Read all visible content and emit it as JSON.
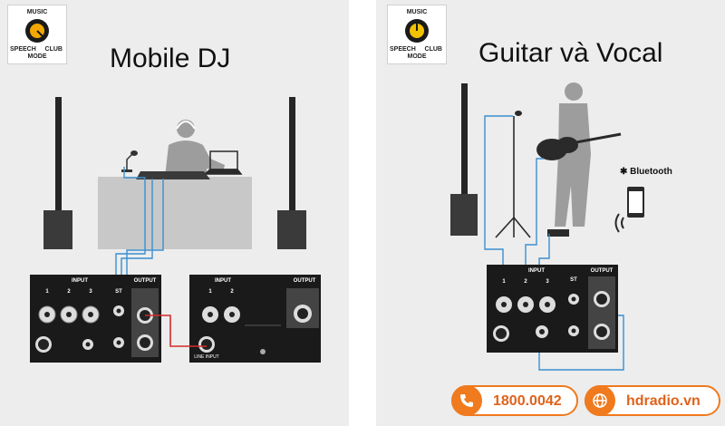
{
  "badge": {
    "top_label": "MUSIC",
    "left_label": "SPEECH",
    "right_label": "CLUB",
    "bottom_label": "MODE"
  },
  "left_panel": {
    "title": "Mobile DJ",
    "knob_color": "#f2a800",
    "mixer1": {
      "input_header": "INPUT",
      "output_header": "OUTPUT",
      "channel_numbers": [
        "1",
        "2",
        "3"
      ],
      "st_label": "ST"
    },
    "mixer2": {
      "input_header": "INPUT",
      "output_header": "OUTPUT",
      "channel_numbers": [
        "1",
        "2"
      ],
      "line_input_label": "LINE INPUT"
    }
  },
  "right_panel": {
    "title": "Guitar và Vocal",
    "knob_color": "#f2c200",
    "bluetooth_label": "Bluetooth",
    "mixer": {
      "input_header": "INPUT",
      "output_header": "OUTPUT",
      "channel_numbers": [
        "1",
        "2",
        "3"
      ],
      "st_label": "ST"
    }
  },
  "cable_colors": {
    "blue": "#3a8fd0",
    "red": "#d32a2a"
  },
  "contact": {
    "phone": "1800.0042",
    "website": "hdradio.vn",
    "accent_color": "#f07a1e"
  }
}
